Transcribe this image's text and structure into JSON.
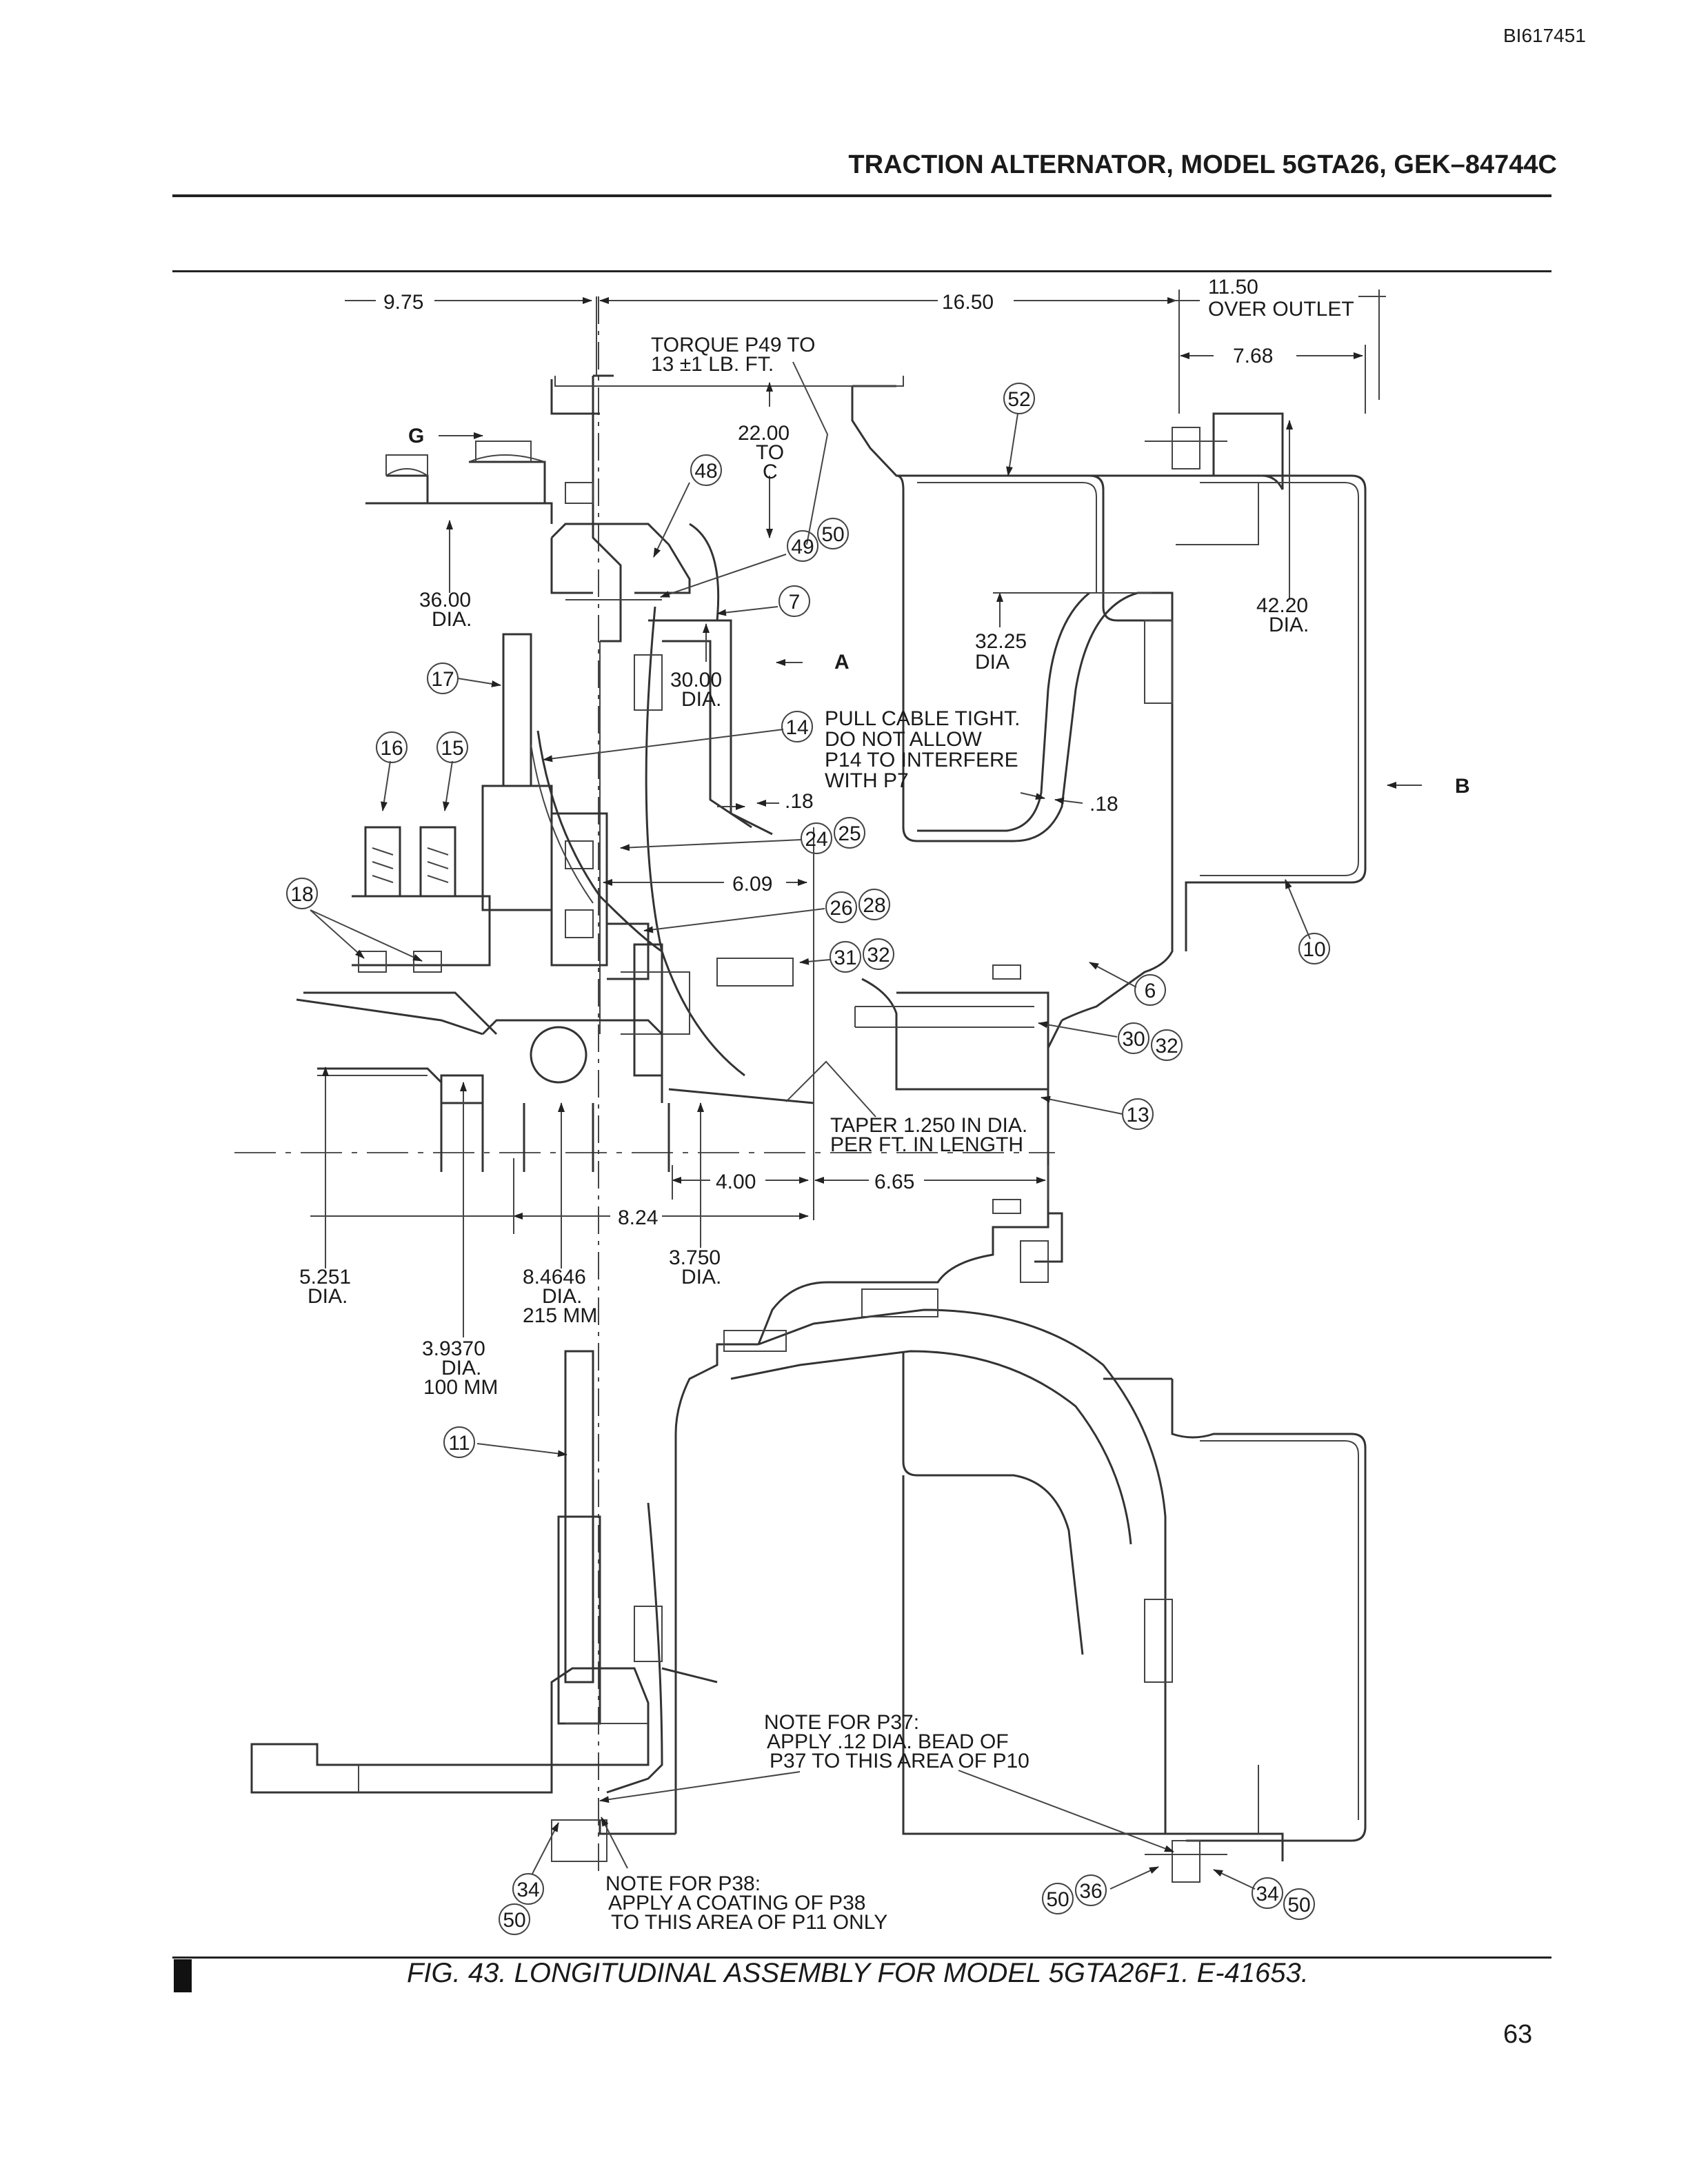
{
  "header": {
    "doc_id": "BI617451",
    "title": "TRACTION ALTERNATOR, MODEL 5GTA26, GEK–84744C"
  },
  "caption": "FIG. 43.  LONGITUDINAL ASSEMBLY FOR MODEL 5GTA26F1.  E-41653.",
  "page_number": "63",
  "dimensions": {
    "d975": "9.75",
    "d1650": "16.50",
    "d1150": "11.50",
    "d1150_note": "OVER OUTLET",
    "d768": "7.68",
    "d2200": "22.00",
    "d2200_to": "TO",
    "d2200_c": "C",
    "d3600": "36.00",
    "d3600_dia": "DIA.",
    "d3000": "30.00",
    "d3000_dia": "DIA.",
    "d3225": "32.25",
    "d3225_dia": "DIA",
    "d4220": "42.20",
    "d4220_dia": "DIA.",
    "d018a": ".18",
    "d018b": ".18",
    "d609": "6.09",
    "d400": "4.00",
    "d665": "6.65",
    "d824": "8.24",
    "d5251": "5.251",
    "d5251_dia": "DIA.",
    "d84646": "8.4646",
    "d84646_dia": "DIA.",
    "d84646_mm": "215 MM",
    "d3750": "3.750",
    "d3750_dia": "DIA.",
    "d39370": "3.9370",
    "d39370_dia": "DIA.",
    "d39370_mm": "100 MM"
  },
  "notes": {
    "torque_l1": "TORQUE P49 TO",
    "torque_l2": "13 ±1 LB. FT.",
    "pull_l1": "PULL CABLE TIGHT.",
    "pull_l2": "DO NOT ALLOW",
    "pull_l3": "P14 TO INTERFERE",
    "pull_l4": "WITH P7",
    "taper_l1": "TAPER 1.250 IN DIA.",
    "taper_l2": "PER FT. IN LENGTH",
    "p37_l1": "NOTE FOR P37:",
    "p37_l2": "APPLY .12 DIA. BEAD OF",
    "p37_l3": "P37 TO THIS AREA OF P10",
    "p38_l1": "NOTE FOR P38:",
    "p38_l2": "APPLY A COATING OF P38",
    "p38_l3": "TO THIS AREA OF P11 ONLY"
  },
  "views": {
    "g": "G",
    "a": "A",
    "b": "B"
  },
  "callouts": {
    "c52": "52",
    "c48": "48",
    "c49": "49",
    "c50a": "50",
    "c7": "7",
    "c17": "17",
    "c16": "16",
    "c15": "15",
    "c14": "14",
    "c24": "24",
    "c25": "25",
    "c18": "18",
    "c26": "26",
    "c28": "28",
    "c31": "31",
    "c32a": "32",
    "c10": "10",
    "c6": "6",
    "c30": "30",
    "c32b": "32",
    "c13": "13",
    "c11": "11",
    "c34a": "34",
    "c50b": "50",
    "c50c": "50",
    "c36": "36",
    "c34b": "34",
    "c50d": "50"
  }
}
